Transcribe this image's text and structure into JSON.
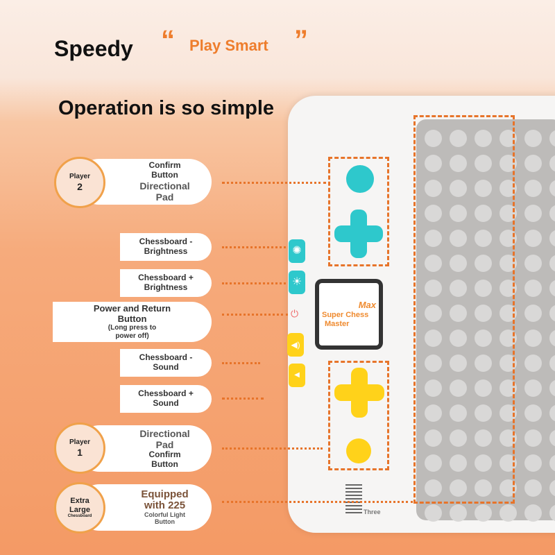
{
  "header": {
    "title": "Speedy",
    "open_quote": "“",
    "slogan": "Play Smart",
    "close_quote": "”",
    "subtitle": "Operation is so simple"
  },
  "labels": {
    "player2": {
      "badge": "Player",
      "num": "2",
      "l1": "Confirm",
      "l2": "Button",
      "l3": "Directional",
      "l4": "Pad"
    },
    "bright_minus": {
      "l1": "Chessboard -",
      "l2": "Brightness"
    },
    "bright_plus": {
      "l1": "Chessboard +",
      "l2": "Brightness"
    },
    "power": {
      "l1": "Power and Return",
      "l2": "Button",
      "l3": "(Long press to",
      "l4": "power off)"
    },
    "sound_minus": {
      "l1": "Chessboard -",
      "l2": "Sound"
    },
    "sound_plus": {
      "l1": "Chessboard +",
      "l2": "Sound"
    },
    "player1": {
      "badge": "Player",
      "num": "1",
      "l1": "Directional",
      "l2": "Pad",
      "l3": "Confirm",
      "l4": "Button"
    },
    "large": {
      "b1": "Extra",
      "b2": "Large",
      "b3": "Chessboard",
      "l1": "Equipped",
      "l2": "with 225",
      "l3": "Colorful Light",
      "l4": "Button"
    }
  },
  "screen": {
    "max": "Max",
    "title1": "Super Chess",
    "title2": "Master"
  },
  "speaker_label": "Three",
  "colors": {
    "accent": "#e7742a",
    "teal": "#2ec8cc",
    "yellow": "#ffd21a"
  },
  "board": {
    "rows": 16,
    "cols": 6
  }
}
